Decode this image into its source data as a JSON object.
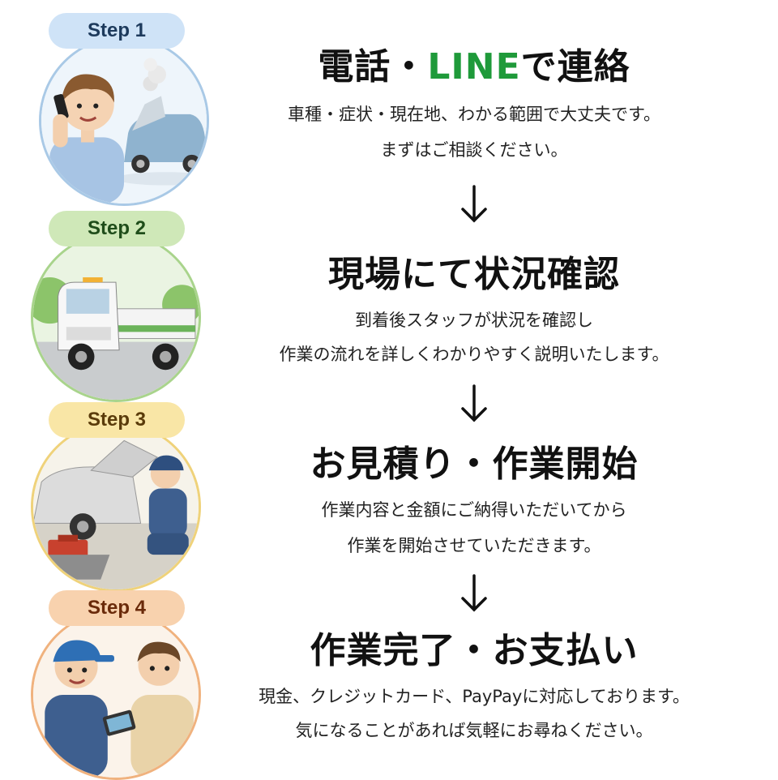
{
  "steps": [
    {
      "badge": "Step 1",
      "badge_bg": "#cfe3f7",
      "badge_color": "#1d3a5c",
      "ring_color": "#a9c9e6",
      "title_pre": "電話・",
      "title_accent": "LINE",
      "title_post": "で連絡",
      "accent_color": "#1f9a3a",
      "desc1": "車種・症状・現在地、わかる範囲で大丈夫です。",
      "desc2": "まずはご相談ください。",
      "illustration": "phone-call-broken-car"
    },
    {
      "badge": "Step 2",
      "badge_bg": "#cfe8b8",
      "badge_color": "#1f4d1a",
      "ring_color": "#a9d48c",
      "title": "現場にて状況確認",
      "desc1": "到着後スタッフが状況を確認し",
      "desc2": "作業の流れを詳しくわかりやすく説明いたします。",
      "illustration": "tow-truck"
    },
    {
      "badge": "Step 3",
      "badge_bg": "#f9e6a6",
      "badge_color": "#5a3b0a",
      "ring_color": "#efd27a",
      "title": "お見積り・作業開始",
      "desc1": "作業内容と金額にご納得いただいてから",
      "desc2": "作業を開始させていただきます。",
      "illustration": "mechanic-repair"
    },
    {
      "badge": "Step 4",
      "badge_bg": "#f8d2ae",
      "badge_color": "#6a2a0a",
      "ring_color": "#f0b27e",
      "title": "作業完了・お支払い",
      "desc1": "現金、クレジットカード、PayPayに対応しております。",
      "desc2": "気になることがあれば気軽にお尋ねください。",
      "illustration": "payment-handover"
    }
  ]
}
